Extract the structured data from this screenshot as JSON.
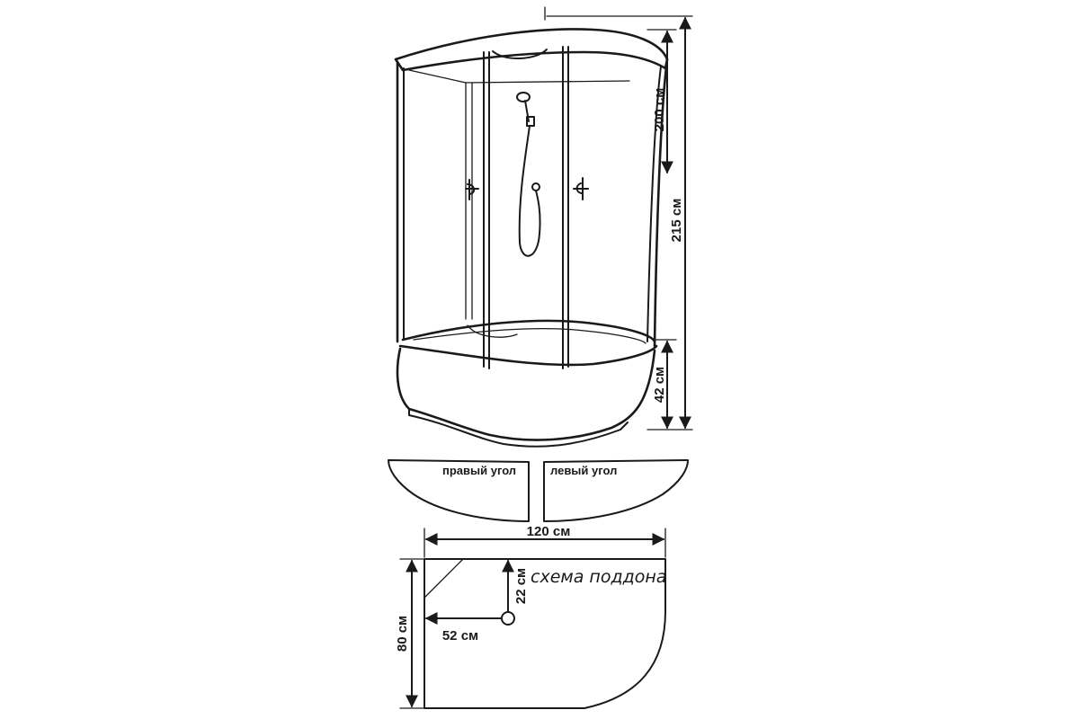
{
  "dimensions": {
    "height_total": "215 см",
    "height_enclosure": "200 см",
    "height_tray": "42 см",
    "tray_width": "120 см",
    "tray_depth": "80 см",
    "drain_offset_x": "52 см",
    "drain_offset_y": "22 см"
  },
  "corner_labels": {
    "right": "правый угол",
    "left": "левый угол"
  },
  "tray_scheme_title": "схема поддона",
  "colors": {
    "line": "#1a1a1a",
    "background": "#ffffff"
  }
}
